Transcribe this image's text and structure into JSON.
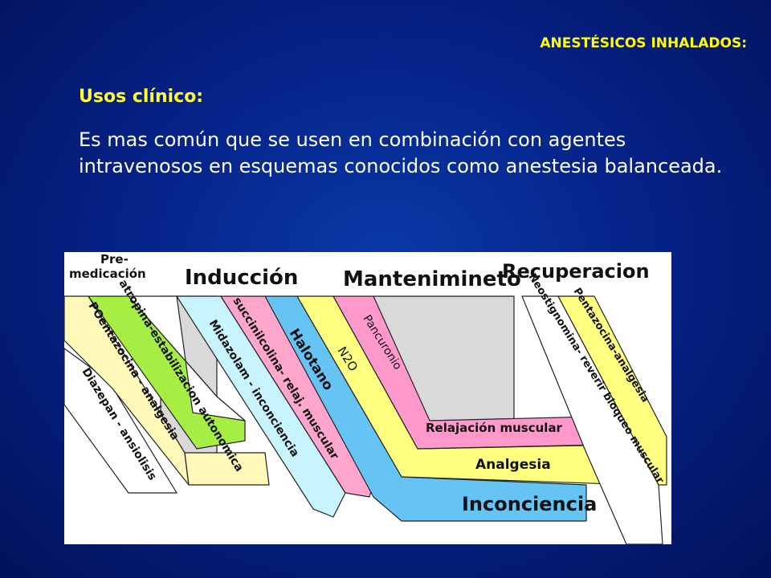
{
  "slide": {
    "title": "ANESTÉSICOS INHALADOS:",
    "subtitle": "Usos clínico:",
    "body": "Es mas común que se usen en combinación  con agentes intravenosos  en esquemas conocidos como anestesia balanceada."
  },
  "diagram": {
    "phases": {
      "premedication_line1": "Pre-",
      "premedication_line2": "medicación",
      "induction": "Inducción",
      "maintenance": "Mantenimineto",
      "recovery": "Recuperacion"
    },
    "bands": {
      "diazepan": "Diazepan - ansiolisis",
      "pentazocina_pre": "POentazocina - analgesia",
      "atropina": "atropina-estabilizacion autonomica",
      "midazolam": "Midazolam - inconciencia",
      "succinilcolina": "succinilcolina- relaj. muscular",
      "halotano": "Halotano",
      "n2o": "N2O",
      "pancuronio": "Pancuronio",
      "neostigmina": "Neostignomina- reverir bloqueo muscular",
      "pentazocina_rec": "Pentazocina-analgesia"
    },
    "effects": {
      "relajacion": "Relajación muscular",
      "analgesia": "Analgesia",
      "inconciencia": "Inconciencia"
    },
    "colors": {
      "gray": "#d9d9d9",
      "green": "#a6ee44",
      "cream": "#fff8b8",
      "cyan": "#c8f4ff",
      "pink": "#ffa6cc",
      "blue": "#66c4f4",
      "yellow": "#ffff80",
      "magenta": "#ff99cc"
    }
  }
}
